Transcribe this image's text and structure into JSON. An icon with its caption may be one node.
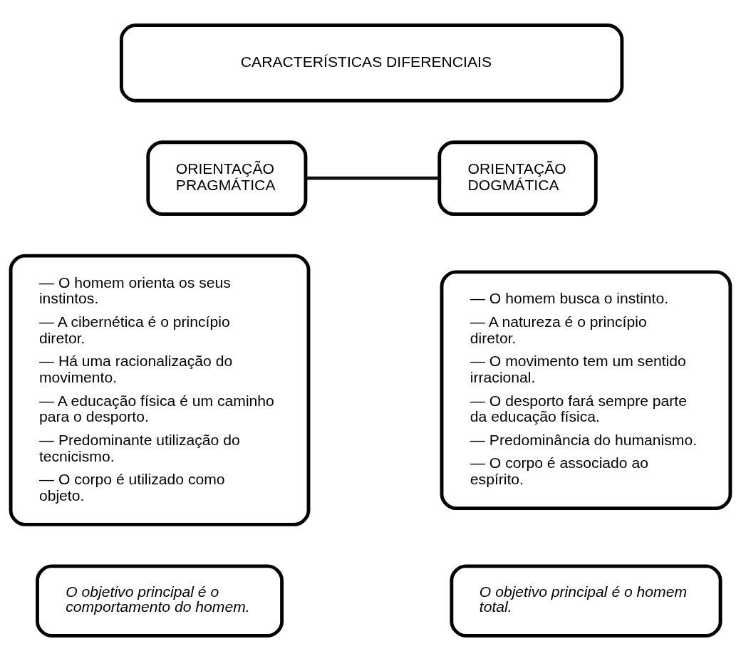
{
  "diagram": {
    "nodes": [
      {
        "text": [
          "CARACTERÍSTICAS DIFERENCIAIS"
        ]
      },
      {
        "text": [
          "ORIENTAÇÃO PRAGMÁTICA"
        ]
      },
      {
        "text": [
          "ORIENTAÇÃO DOGMÁTICA"
        ]
      },
      {
        "text": [
          "— O homem orienta os seus instintos.",
          "— A cibernética é o princípio diretor.",
          "— Há uma racionalização do movimento.",
          "— A educação física é um caminho para o desporto.",
          "— Predominante utilização do tecnicismo.",
          "— O corpo é utilizado como objeto."
        ]
      },
      {
        "text": [
          "— O homem busca o instinto.",
          "— A natureza é o princípio diretor.",
          "— O movimento tem um sentido irracional.",
          "— O desporto fará sempre parte da educação física.",
          "— Predominância do humanismo.",
          "— O corpo é associado ao espírito."
        ]
      },
      {
        "text": [
          "O objetivo principal é o comportamento do homem."
        ]
      },
      {
        "text": [
          "O objetivo principal é o homem total."
        ]
      }
    ],
    "edges": [
      {
        "from": 1,
        "to": 2,
        "arrow": "none"
      }
    ]
  }
}
